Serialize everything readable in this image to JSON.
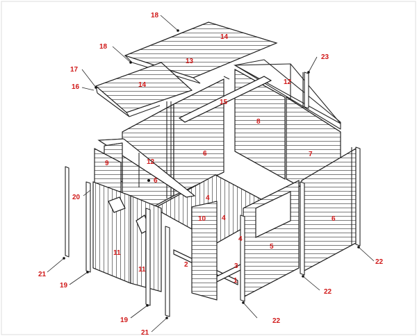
{
  "figure": {
    "type": "exploded-assembly-diagram",
    "part_labels": [
      {
        "id": "c1",
        "text": "1"
      },
      {
        "id": "c2",
        "text": "2"
      },
      {
        "id": "c3",
        "text": "3"
      },
      {
        "id": "c4a",
        "text": "4"
      },
      {
        "id": "c4b",
        "text": "4"
      },
      {
        "id": "c4c",
        "text": "4"
      },
      {
        "id": "c5",
        "text": "5"
      },
      {
        "id": "c6a",
        "text": "6"
      },
      {
        "id": "c6b",
        "text": "6"
      },
      {
        "id": "c6c",
        "text": "6"
      },
      {
        "id": "c7",
        "text": "7"
      },
      {
        "id": "c8",
        "text": "8"
      },
      {
        "id": "c9",
        "text": "9"
      },
      {
        "id": "c10",
        "text": "10"
      },
      {
        "id": "c11a",
        "text": "11"
      },
      {
        "id": "c11b",
        "text": "11"
      },
      {
        "id": "c12a",
        "text": "12"
      },
      {
        "id": "c12b",
        "text": "12"
      },
      {
        "id": "c13",
        "text": "13"
      },
      {
        "id": "c14a",
        "text": "14"
      },
      {
        "id": "c14b",
        "text": "14"
      },
      {
        "id": "c15",
        "text": "15"
      },
      {
        "id": "c16",
        "text": "16"
      },
      {
        "id": "c17",
        "text": "17"
      },
      {
        "id": "c18a",
        "text": "18"
      },
      {
        "id": "c18b",
        "text": "18"
      },
      {
        "id": "c19a",
        "text": "19"
      },
      {
        "id": "c19b",
        "text": "19"
      },
      {
        "id": "c20",
        "text": "20"
      },
      {
        "id": "c21a",
        "text": "21"
      },
      {
        "id": "c21b",
        "text": "21"
      },
      {
        "id": "c22a",
        "text": "22"
      },
      {
        "id": "c22b",
        "text": "22"
      },
      {
        "id": "c22c",
        "text": "22"
      },
      {
        "id": "c23",
        "text": "23"
      }
    ],
    "label_color": "#d01818",
    "line_color": "#222222"
  }
}
